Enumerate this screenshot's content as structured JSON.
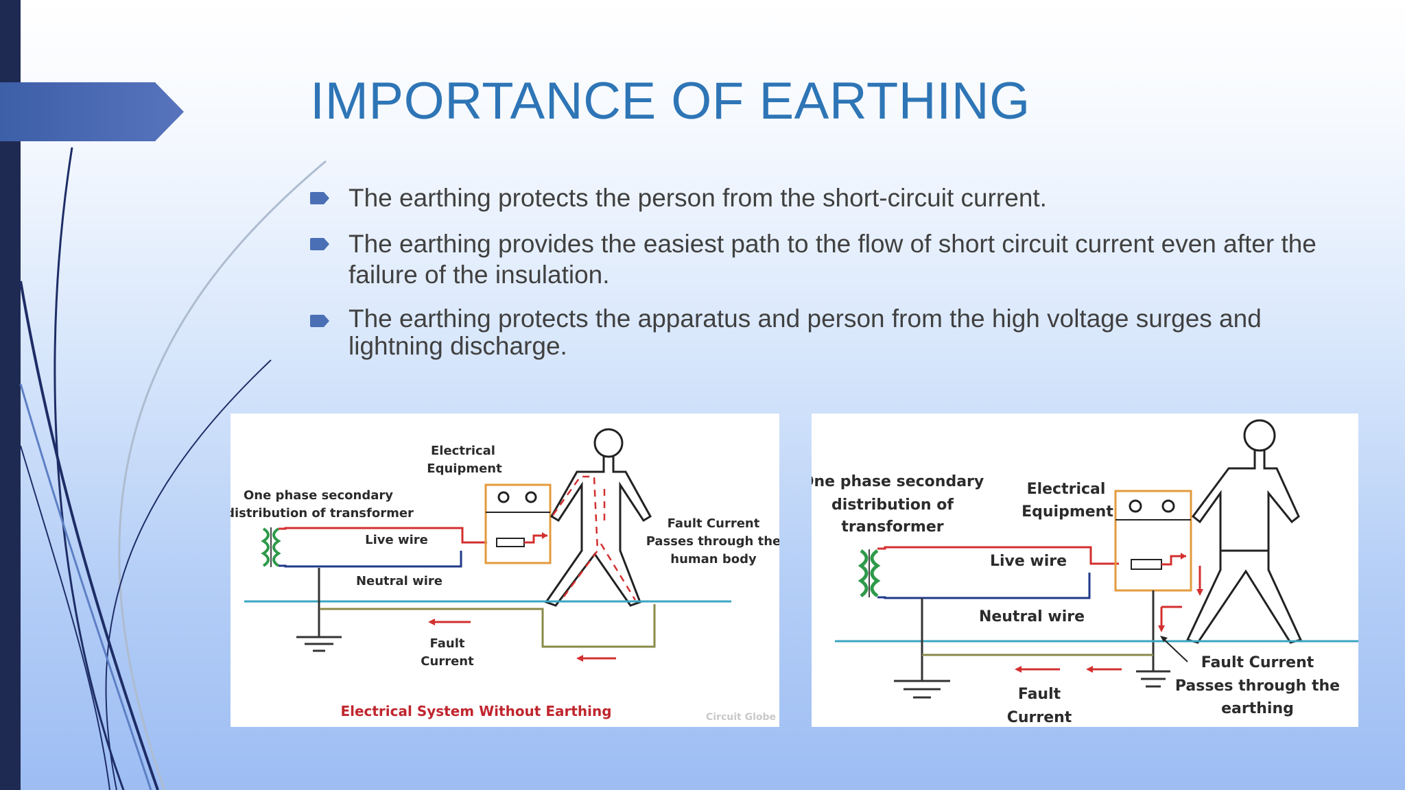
{
  "slide": {
    "title": "IMPORTANCE OF EARTHING",
    "bullets": [
      "The earthing protects the person from the short-circuit current.",
      "The earthing provides the easiest path to the flow of short circuit current even after the failure of the insulation.",
      "The earthing protects the apparatus and person from the high voltage surges and lightning discharge."
    ]
  },
  "figure_left": {
    "equipment_label": [
      "Electrical",
      "Equipment"
    ],
    "transformer_label": [
      "One phase secondary",
      "distribution of transformer"
    ],
    "live_wire": "Live wire",
    "neutral_wire": "Neutral wire",
    "fault_current": [
      "Fault",
      "Current"
    ],
    "body_label": [
      "Fault Current",
      "Passes through the",
      "human body"
    ],
    "caption": "Electrical System Without Earthing",
    "watermark": "Circuit Globe"
  },
  "figure_right": {
    "transformer_label": [
      "One phase secondary",
      "distribution of",
      "transformer"
    ],
    "equipment_label": [
      "Electrical",
      "Equipment"
    ],
    "live_wire": "Live wire",
    "neutral_wire": "Neutral wire",
    "fault_current": [
      "Fault",
      "Current"
    ],
    "earth_label": [
      "Fault Current",
      "Passes through the",
      "earthing"
    ]
  },
  "colors": {
    "title": "#2e75b6",
    "bullet_icon": "#4a6fb5",
    "live_wire": "#d32f2f",
    "neutral_wire": "#1f3a8a",
    "ground_line": "#3aa6c2",
    "earth_wire": "#8a8a4a",
    "equipment_box": "#e39a3c",
    "transformer_coil": "#2e9a4a"
  }
}
